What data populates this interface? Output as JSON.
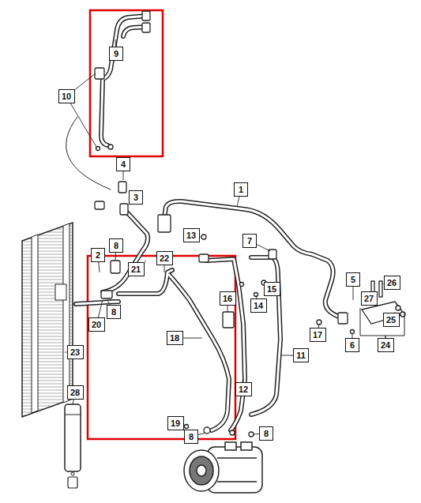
{
  "diagram": {
    "nodes": [
      {
        "text": [
          "9"
        ]
      },
      {
        "text": [
          "10"
        ]
      },
      {
        "text": [
          "4"
        ]
      },
      {
        "text": [
          "1"
        ]
      },
      {
        "text": [
          "3"
        ]
      },
      {
        "text": [
          "13"
        ]
      },
      {
        "text": [
          "7"
        ]
      },
      {
        "text": [
          "8"
        ]
      },
      {
        "text": [
          "2"
        ]
      },
      {
        "text": [
          "22"
        ]
      },
      {
        "text": [
          "21"
        ]
      },
      {
        "text": [
          "5"
        ]
      },
      {
        "text": [
          "26"
        ]
      },
      {
        "text": [
          "15"
        ]
      },
      {
        "text": [
          "16"
        ]
      },
      {
        "text": [
          "27"
        ]
      },
      {
        "text": [
          "14"
        ]
      },
      {
        "text": [
          "8"
        ]
      },
      {
        "text": [
          "25"
        ]
      },
      {
        "text": [
          "20"
        ]
      },
      {
        "text": [
          "17"
        ]
      },
      {
        "text": [
          "18"
        ]
      },
      {
        "text": [
          "6"
        ]
      },
      {
        "text": [
          "24"
        ]
      },
      {
        "text": [
          "23"
        ]
      },
      {
        "text": [
          "11"
        ]
      },
      {
        "text": [
          "12"
        ]
      },
      {
        "text": [
          "28"
        ]
      },
      {
        "text": [
          "19"
        ]
      },
      {
        "text": [
          "8"
        ]
      },
      {
        "text": [
          "8"
        ]
      }
    ]
  }
}
